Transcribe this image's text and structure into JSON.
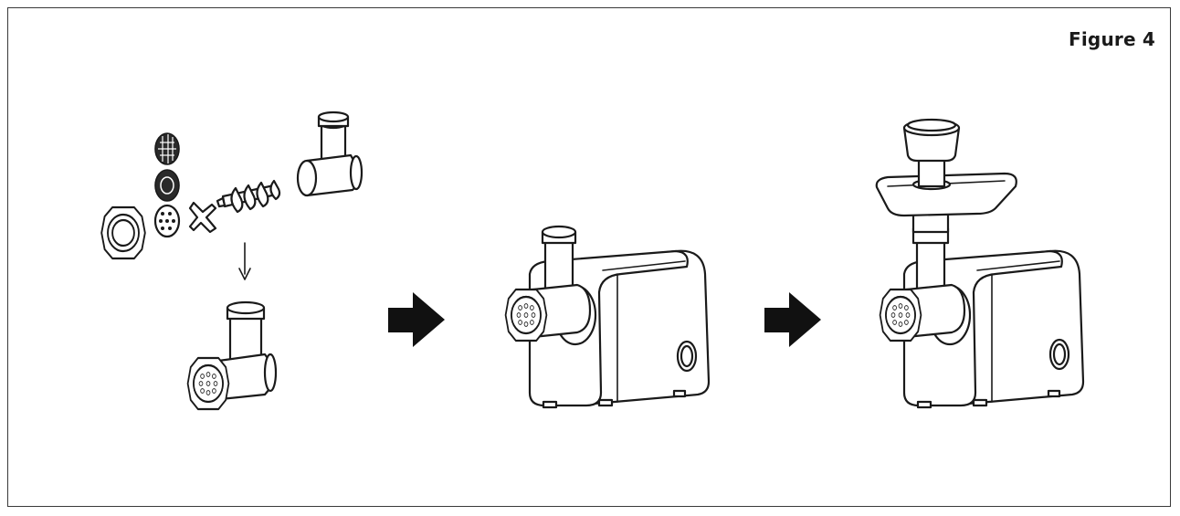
{
  "figure": {
    "label": "Figure 4"
  },
  "steps": [
    {
      "id": "step-1",
      "description": ""
    },
    {
      "id": "step-2",
      "description": ""
    },
    {
      "id": "step-3",
      "description": ""
    }
  ],
  "colors": {
    "line": "#1a1a1a",
    "arrow": "#111111",
    "background": "#ffffff"
  }
}
